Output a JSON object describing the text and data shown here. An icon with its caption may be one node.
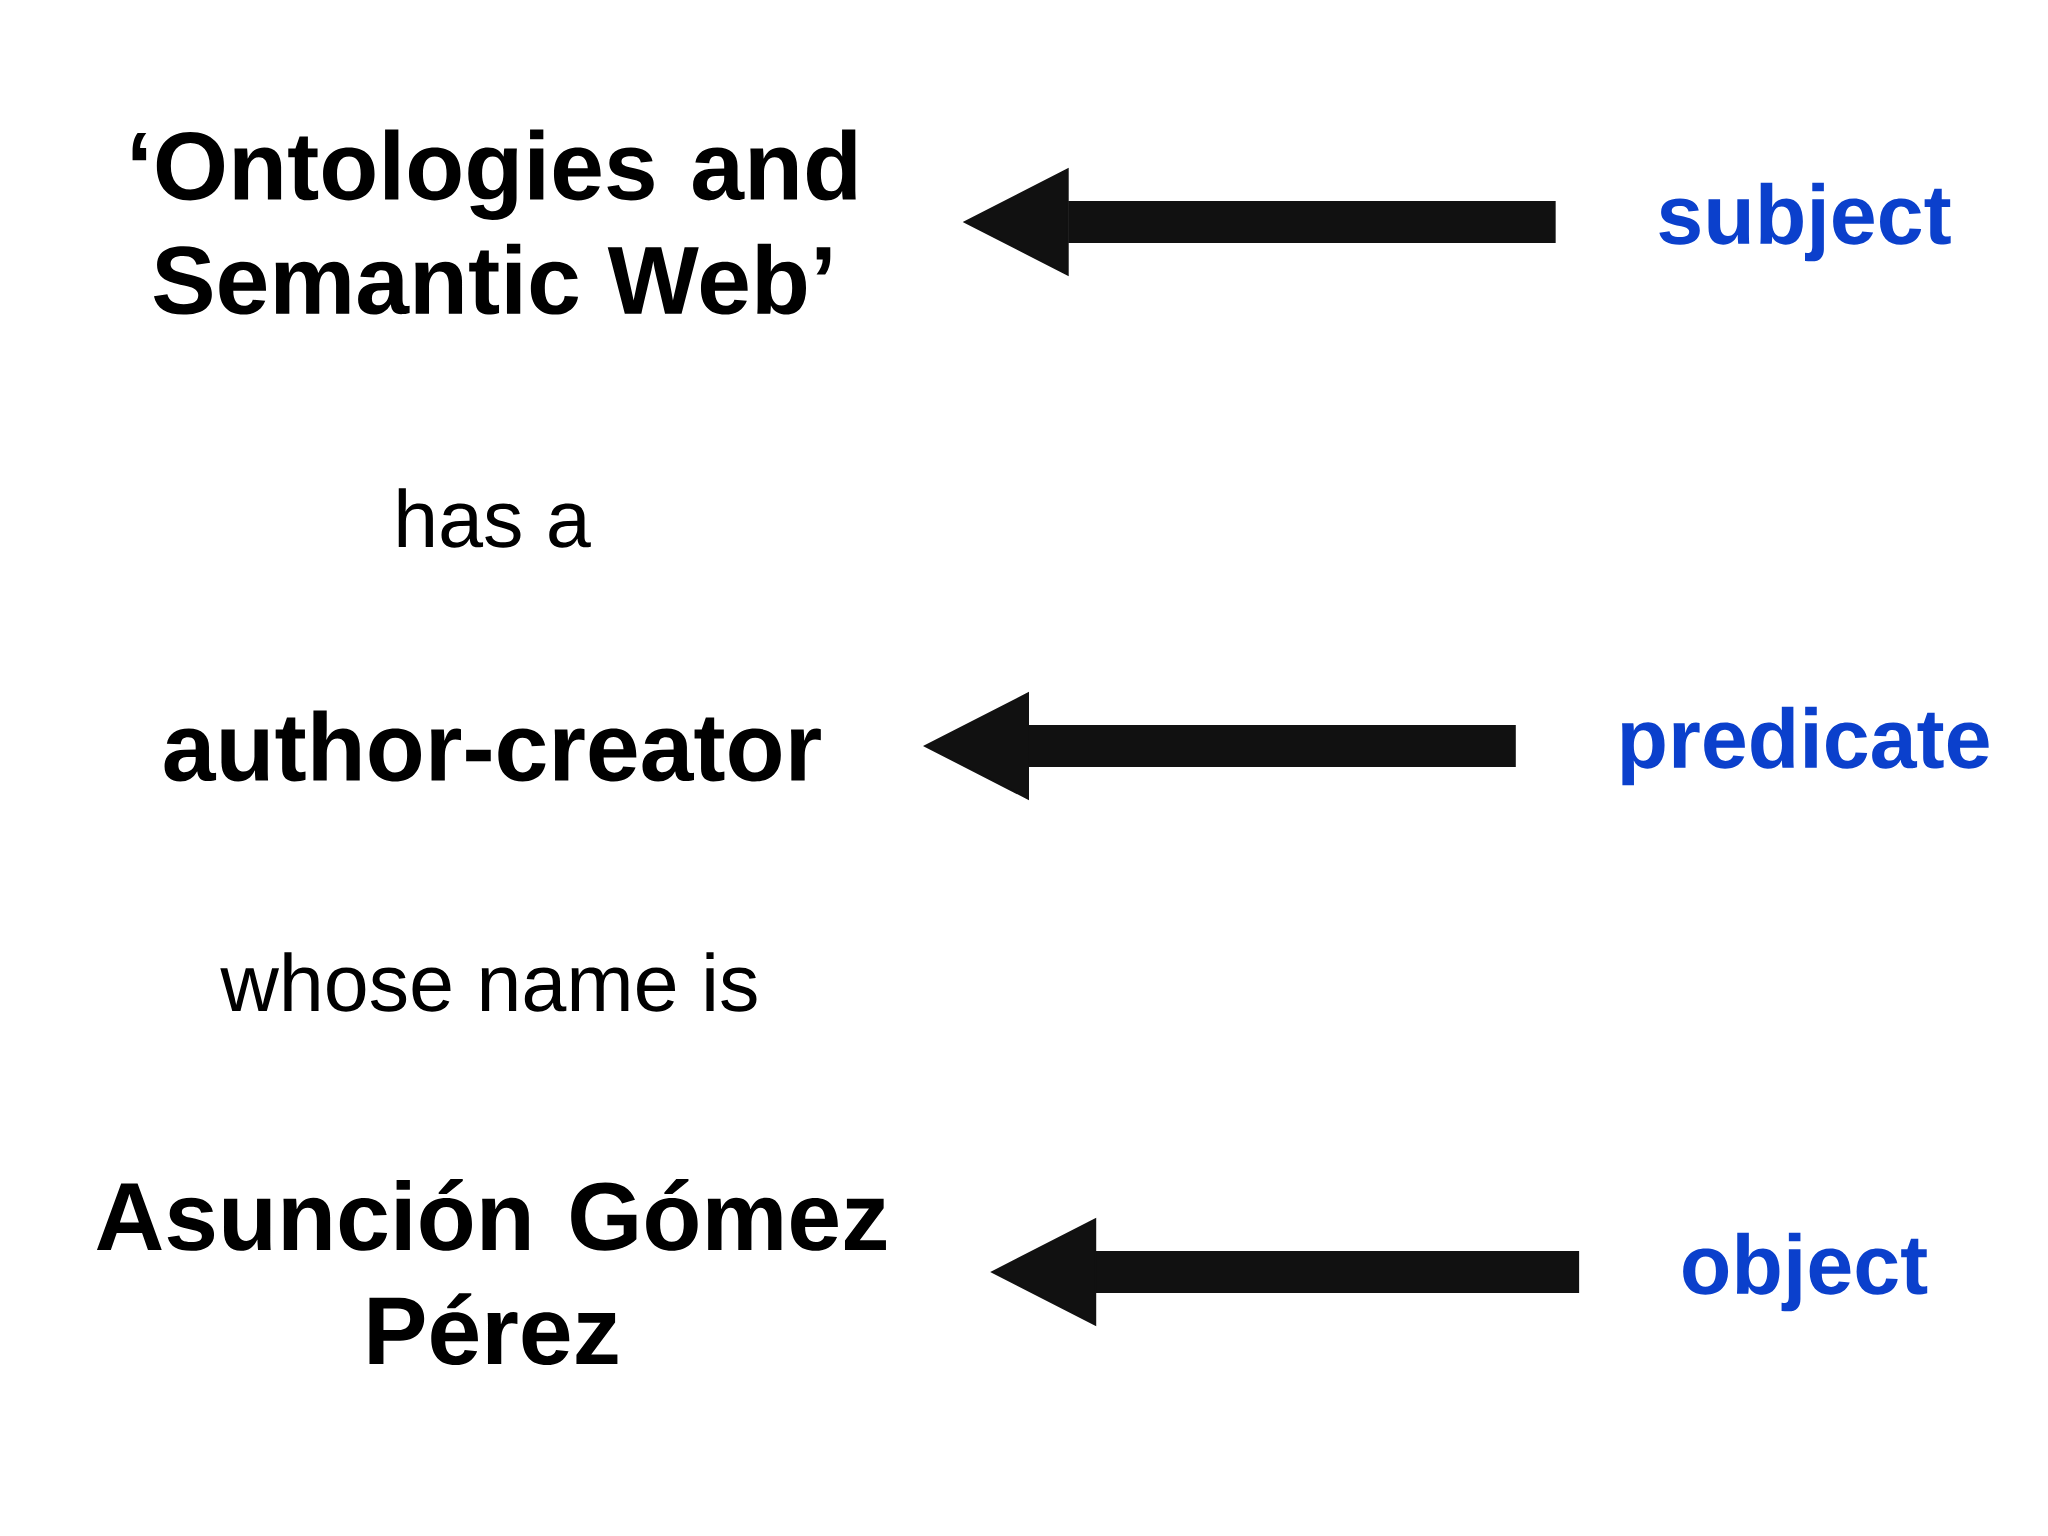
{
  "diagram": {
    "nodes": [
      {
        "text": [
          "‘Ontologies and Semantic Web’"
        ]
      },
      {
        "text": [
          "subject"
        ]
      },
      {
        "text": [
          "author-creator"
        ]
      },
      {
        "text": [
          "predicate"
        ]
      },
      {
        "text": [
          "Asunción Gómez Pérez"
        ]
      },
      {
        "text": [
          "object"
        ]
      }
    ],
    "edges": [
      {
        "from": 1,
        "to": 0,
        "arrow": "to"
      },
      {
        "from": 3,
        "to": 2,
        "arrow": "to"
      },
      {
        "from": 5,
        "to": 4,
        "arrow": "to"
      }
    ],
    "labels": [
      "has a",
      "whose name is"
    ]
  }
}
